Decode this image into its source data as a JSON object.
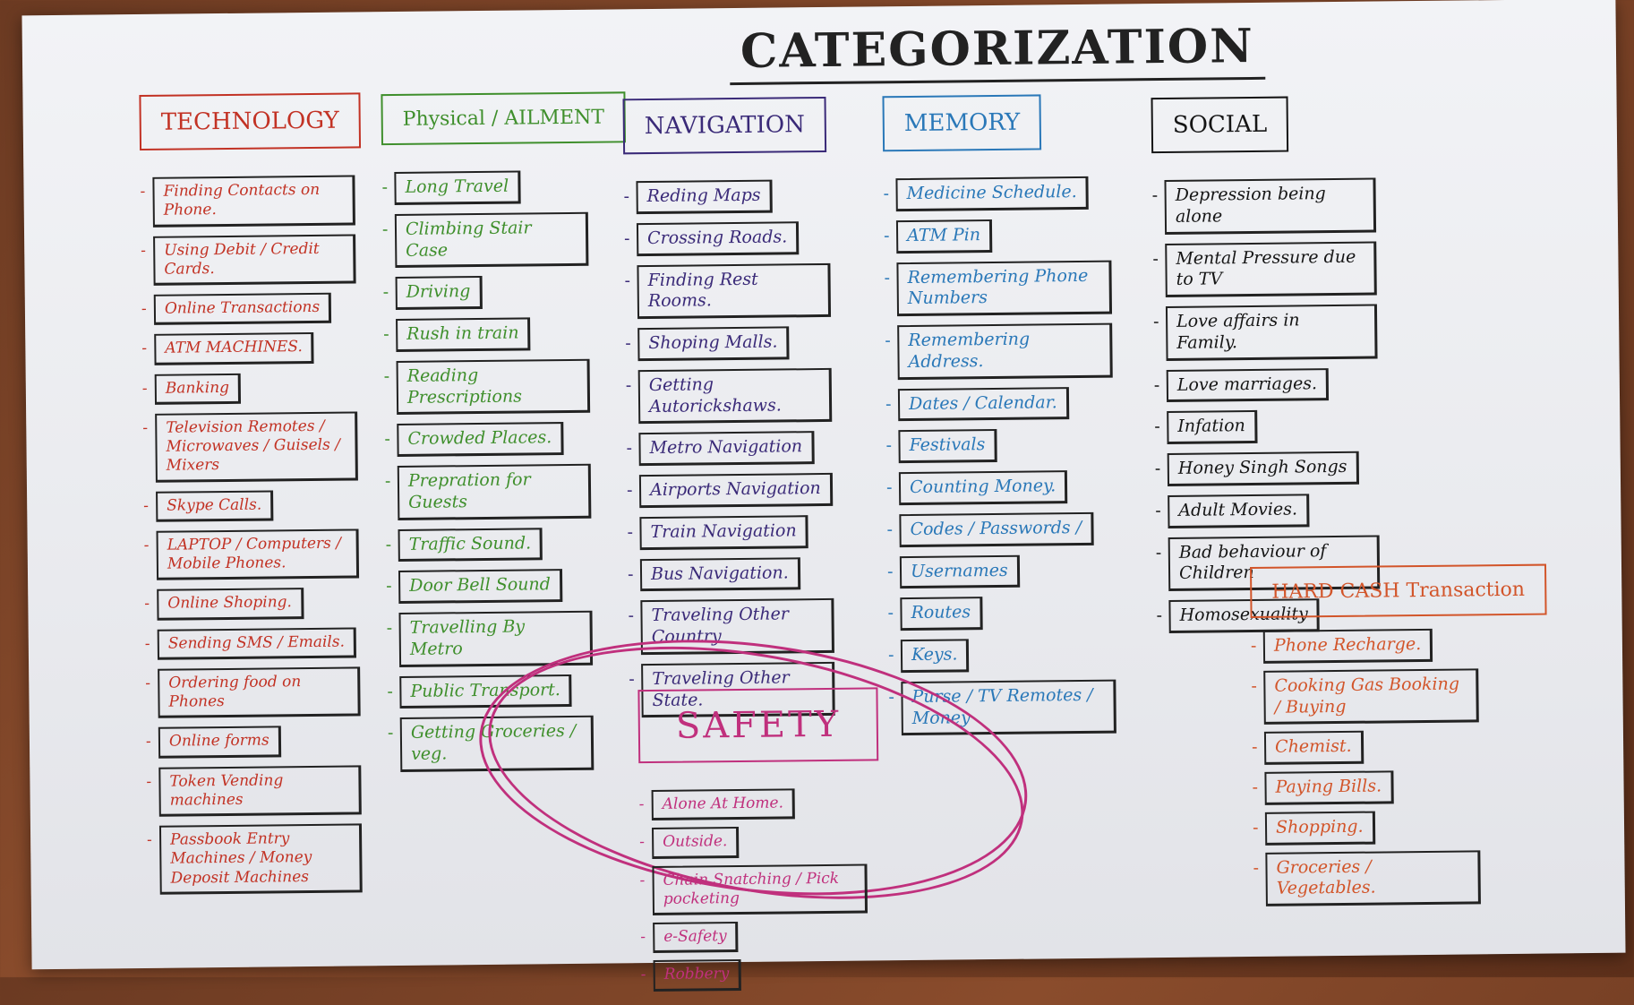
{
  "title": "CATEGORIZATION",
  "colors": {
    "technology": "#c23224",
    "physical": "#3f8f2c",
    "navigation": "#3a2a78",
    "memory": "#2a78b8",
    "social": "#151515",
    "hard_cash": "#d2552a",
    "safety": "#c0307d"
  },
  "technology": {
    "heading": "TECHNOLOGY",
    "items": [
      "Finding Contacts on Phone.",
      "Using Debit / Credit Cards.",
      "Online Transactions",
      "ATM MACHINES.",
      "Banking",
      "Television Remotes / Microwaves / Guisels / Mixers",
      "Skype Calls.",
      "LAPTOP / Computers / Mobile Phones.",
      "Online Shoping.",
      "Sending SMS / Emails.",
      "Ordering food on Phones",
      "Online forms",
      "Token Vending machines",
      "Passbook Entry Machines / Money Deposit Machines"
    ]
  },
  "physical": {
    "heading": "Physical / AILMENT",
    "items": [
      "Long Travel",
      "Climbing Stair Case",
      "Driving",
      "Rush in train",
      "Reading Prescriptions",
      "Crowded Places.",
      "Prepration for Guests",
      "Traffic Sound.",
      "Door Bell Sound",
      "Travelling By Metro",
      "Public Transport.",
      "Getting Groceries / veg."
    ]
  },
  "navigation": {
    "heading": "NAVIGATION",
    "items": [
      "Reding Maps",
      "Crossing Roads.",
      "Finding Rest Rooms.",
      "Shoping Malls.",
      "Getting Autorickshaws.",
      "Metro Navigation",
      "Airports Navigation",
      "Train Navigation",
      "Bus Navigation.",
      "Traveling Other Country",
      "Traveling Other State."
    ]
  },
  "memory": {
    "heading": "MEMORY",
    "items": [
      "Medicine Schedule.",
      "ATM Pin",
      "Remembering Phone Numbers",
      "Remembering Address.",
      "Dates / Calendar.",
      "Festivals",
      "Counting Money.",
      "Codes / Passwords /",
      "Usernames",
      "Routes",
      "Keys.",
      "Purse / TV Remotes / Money"
    ]
  },
  "social": {
    "heading": "SOCIAL",
    "items": [
      "Depression being alone",
      "Mental Pressure due to TV",
      "Love affairs in Family.",
      "Love marriages.",
      "Infation",
      "Honey Singh Songs",
      "Adult Movies.",
      "Bad behaviour of Children",
      "Homosexuality"
    ]
  },
  "hard_cash": {
    "heading": "HARD CASH Transaction",
    "items": [
      "Phone Recharge.",
      "Cooking Gas Booking / Buying",
      "Chemist.",
      "Paying Bills.",
      "Shopping.",
      "Groceries / Vegetables."
    ]
  },
  "safety": {
    "heading": "SAFETY",
    "items": [
      "Alone At Home.",
      "Outside.",
      "Chain Snatching / Pick pocketing",
      "e-Safety",
      "Robbery"
    ]
  }
}
